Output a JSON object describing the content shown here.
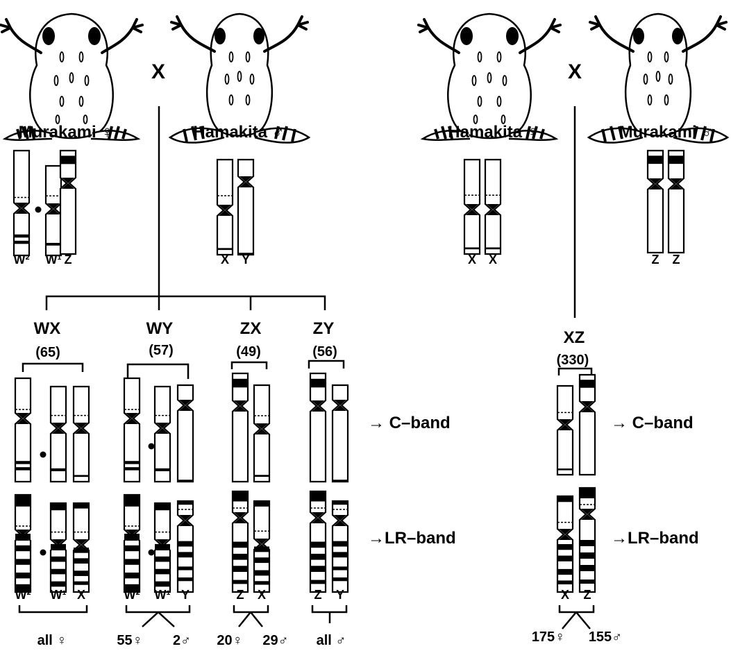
{
  "cross_left": {
    "symbol": "X",
    "female": {
      "label": "Murakami ♀",
      "chromosomes": [
        "W²",
        "W¹",
        "Z"
      ]
    },
    "male": {
      "label": "Hamakita ♂",
      "chromosomes": [
        "X",
        "Y"
      ]
    },
    "offspring": [
      {
        "genotype": "WX",
        "count": "(65)",
        "labels": [
          "W²",
          "W¹",
          "X"
        ],
        "sex": [
          "all ♀"
        ]
      },
      {
        "genotype": "WY",
        "count": "(57)",
        "labels": [
          "W²",
          "W¹",
          "Y"
        ],
        "sex": [
          "55♀",
          "2♂"
        ]
      },
      {
        "genotype": "ZX",
        "count": "(49)",
        "labels": [
          "Z",
          "X"
        ],
        "sex": [
          "20♀",
          "29♂"
        ]
      },
      {
        "genotype": "ZY",
        "count": "(56)",
        "labels": [
          "Z",
          "Y"
        ],
        "sex": [
          "all ♂"
        ]
      }
    ]
  },
  "cross_right": {
    "symbol": "X",
    "female": {
      "label": "Hamakita ♀",
      "chromosomes": [
        "X",
        "X"
      ]
    },
    "male": {
      "label": "Murakami ♂",
      "chromosomes": [
        "Z",
        "Z"
      ]
    },
    "offspring": [
      {
        "genotype": "XZ",
        "count": "(330)",
        "labels": [
          "X",
          "Z"
        ],
        "sex": [
          "175♀",
          "155♂"
        ]
      }
    ]
  },
  "band_labels": {
    "c_band": "→ C–band",
    "lr_band": "→LR–band"
  },
  "colors": {
    "ink": "#000000",
    "paper": "#ffffff"
  }
}
